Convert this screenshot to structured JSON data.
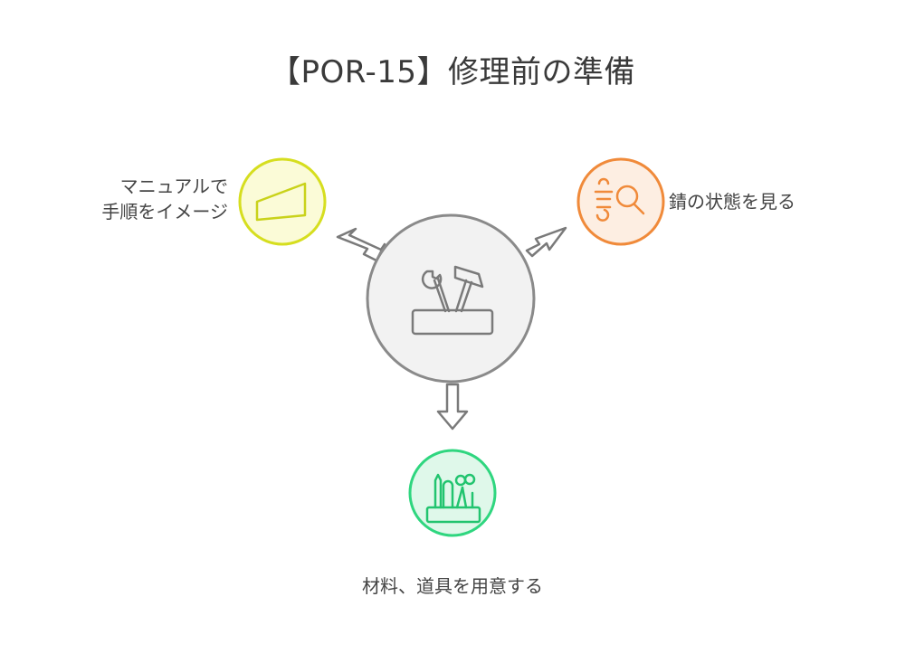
{
  "title": "【POR-15】修理前の準備",
  "center": {
    "icon": "toolbox-icon"
  },
  "nodes": [
    {
      "id": "manual",
      "lines": [
        "マニュアルで",
        "手順をイメージ"
      ],
      "icon": "notepad-icon",
      "color": "#d6de1f",
      "fill": "#fbfbd7"
    },
    {
      "id": "rust",
      "lines": [
        "錆の状態を見る"
      ],
      "icon": "search-icon",
      "color": "#f08a3a",
      "fill": "#fdeee2"
    },
    {
      "id": "tools",
      "lines": [
        "材料、道具を用意する"
      ],
      "icon": "tools-holder-icon",
      "color": "#2fd67f",
      "fill": "#dff8ea"
    }
  ],
  "colors": {
    "center_stroke": "#8a8a8a",
    "center_fill": "#f2f2f2",
    "arrow_stroke": "#7a7a7a",
    "arrow_fill": "#ffffff"
  }
}
